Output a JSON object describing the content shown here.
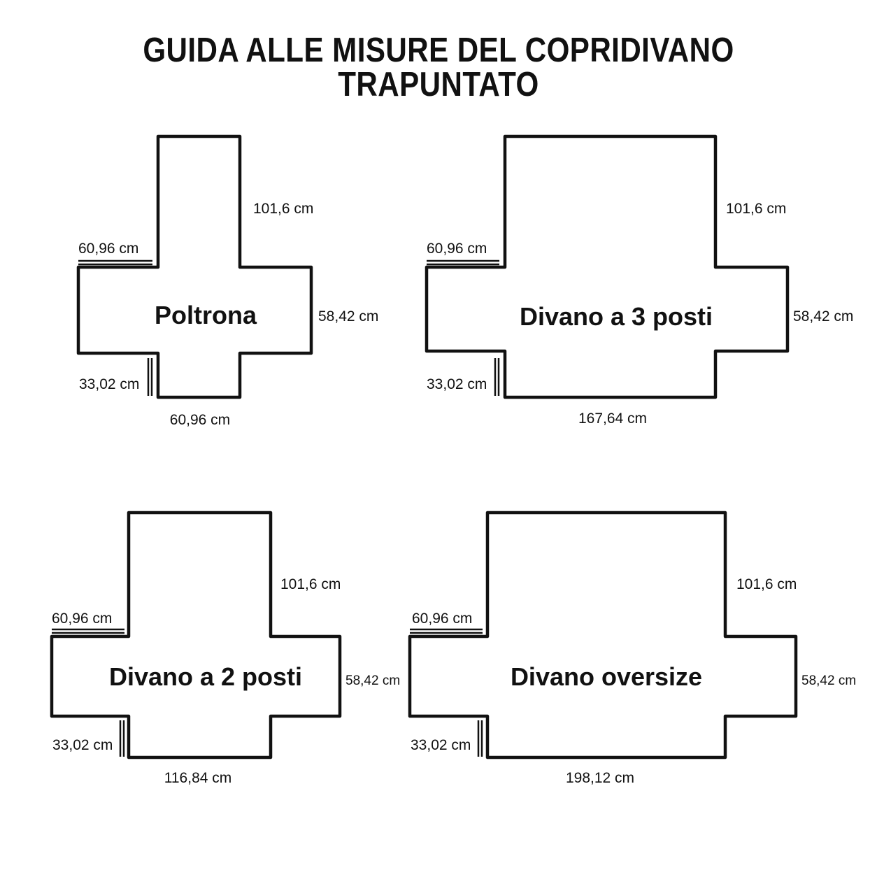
{
  "title": "GUIDA ALLE MISURE DEL COPRIDIVANO TRAPUNTATO",
  "covers": [
    {
      "name": "Poltrona",
      "back_height": "101,6 cm",
      "armrest_width": "60,96 cm",
      "armrest_depth": "58,42 cm",
      "skirt_height": "33,02 cm",
      "seat_width": "60,96 cm"
    },
    {
      "name": "Divano a 3 posti",
      "back_height": "101,6 cm",
      "armrest_width": "60,96 cm",
      "armrest_depth": "58,42 cm",
      "skirt_height": "33,02 cm",
      "seat_width": "167,64 cm"
    },
    {
      "name": "Divano a 2 posti",
      "back_height": "101,6 cm",
      "armrest_width": "60,96 cm",
      "armrest_depth": "58,42 cm",
      "skirt_height": "33,02 cm",
      "seat_width": "116,84 cm"
    },
    {
      "name": "Divano oversize",
      "back_height": "101,6 cm",
      "armrest_width": "60,96 cm",
      "armrest_depth": "58,42 cm",
      "skirt_height": "33,02 cm",
      "seat_width": "198,12 cm"
    }
  ]
}
